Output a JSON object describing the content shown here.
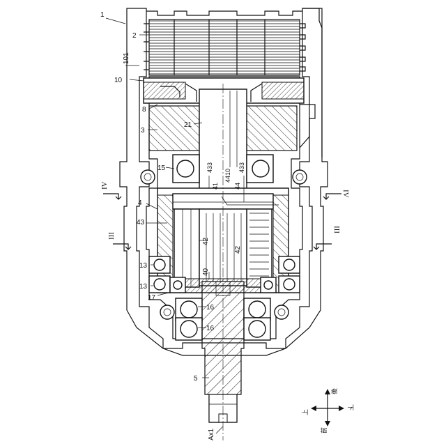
{
  "labels": {
    "assembly": "1",
    "motor": "2",
    "housing_main": "10",
    "housing_sub": "101",
    "fan": "8",
    "gear_case": "3",
    "shaft_21": "21",
    "bearing_15": "15",
    "gear_43_top": "433",
    "gear_43_top_b": "433",
    "planet_41": "41",
    "ring_4410": "4410",
    "carrier_44": "44",
    "reducer_4": "4",
    "ring_43": "43",
    "planet_42_left": "42",
    "planet_42_right": "42",
    "carrier_40": "40",
    "bearing_13_upper": "13",
    "bearing_13_lower": "13",
    "seal_17": "17",
    "bearing_16_upper": "16",
    "bearing_16_lower": "16",
    "output_shaft": "5",
    "axis": "Ax1"
  },
  "section_marks": {
    "iv_left": "IV",
    "iv_right": "IV",
    "iii_left": "III",
    "iii_right": "III"
  },
  "direction_legend": {
    "up": "上",
    "down": "下",
    "front": "前",
    "back": "後"
  }
}
